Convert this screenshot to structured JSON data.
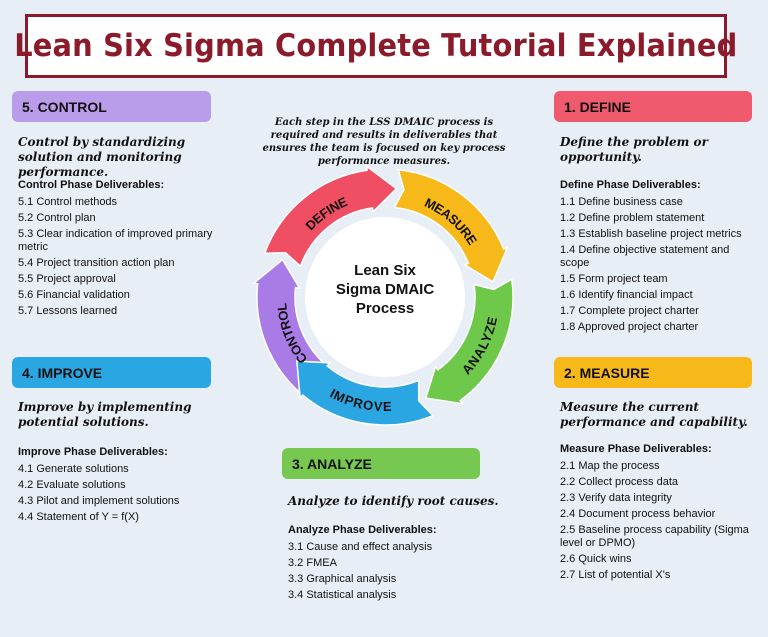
{
  "title": "Lean Six Sigma Complete Tutorial Explained",
  "center_note": "Each step in the LSS DMAIC process is required and results in deliverables that ensures the team is focused on key process performance measures.",
  "cycle": {
    "center_text": [
      "Lean Six",
      "Sigma DMAIC",
      "Process"
    ],
    "segments": [
      {
        "label": "CONTROL",
        "color": "#a97be6"
      },
      {
        "label": "DEFINE",
        "color": "#f04e62"
      },
      {
        "label": "MEASURE",
        "color": "#f7b819"
      },
      {
        "label": "ANALYZE",
        "color": "#6ec94b"
      },
      {
        "label": "IMPROVE",
        "color": "#2aa7e2"
      }
    ]
  },
  "sections": {
    "control": {
      "heading": "5.  CONTROL",
      "color": "#b99cea",
      "intro": "Control by standardizing solution and monitoring performance.",
      "deliverables_title": "Control Phase Deliverables:",
      "items": [
        "5.1  Control methods",
        "5.2  Control plan",
        "5.3  Clear indication of improved primary metric",
        "5.4  Project transition action plan",
        "5.5  Project approval",
        "5.6  Financial validation",
        "5.7  Lessons learned"
      ]
    },
    "define": {
      "heading": "1.  DEFINE",
      "color": "#f05a6e",
      "intro": "Define the problem or opportunity.",
      "deliverables_title": "Define Phase Deliverables:",
      "items": [
        "1.1  Define business case",
        "1.2  Define problem statement",
        "1.3  Establish baseline project metrics",
        "1.4  Define objective statement and scope",
        "1.5  Form project team",
        "1.6  Identify financial impact",
        "1.7  Complete project charter",
        "1.8  Approved project charter"
      ]
    },
    "improve": {
      "heading": "4.  IMPROVE",
      "color": "#2aa7e2",
      "intro": "Improve by implementing potential solutions.",
      "deliverables_title": "Improve Phase Deliverables:",
      "items": [
        "4.1  Generate solutions",
        "4.2  Evaluate solutions",
        "4.3  Pilot and implement solutions",
        "4.4  Statement of Y = f(X)"
      ]
    },
    "measure": {
      "heading": "2.  MEASURE",
      "color": "#f7b819",
      "intro": "Measure the current performance and capability.",
      "deliverables_title": "Measure Phase Deliverables:",
      "items": [
        "2.1  Map the process",
        "2.2  Collect process data",
        "2.3  Verify data integrity",
        "2.4  Document process behavior",
        "2.5  Baseline process capability (Sigma level or DPMO)",
        "2.6  Quick wins",
        "2.7  List of potential X's"
      ]
    },
    "analyze": {
      "heading": "3.  ANALYZE",
      "color": "#76c850",
      "intro": "Analyze to identify root causes.",
      "deliverables_title": "Analyze Phase Deliverables:",
      "items": [
        "3.1  Cause and effect analysis",
        "3.2  FMEA",
        "3.3  Graphical analysis",
        "3.4  Statistical analysis"
      ]
    }
  }
}
